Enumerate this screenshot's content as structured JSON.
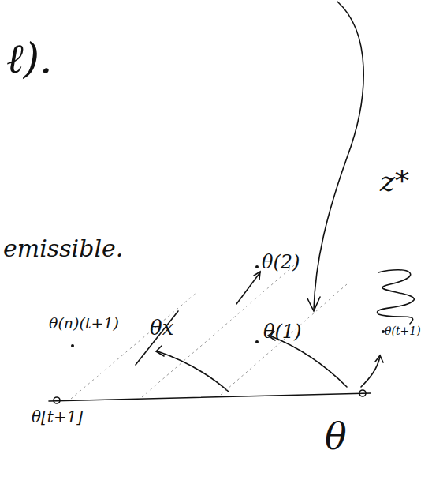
{
  "diagram": {
    "labels": [
      "ℓ).",
      "z*",
      "emissible.",
      "θ(2)",
      "θ(1)",
      "θ(n)(t+1)",
      "θx",
      "θ(t+1)",
      "θ[t+1]",
      "θ"
    ]
  }
}
